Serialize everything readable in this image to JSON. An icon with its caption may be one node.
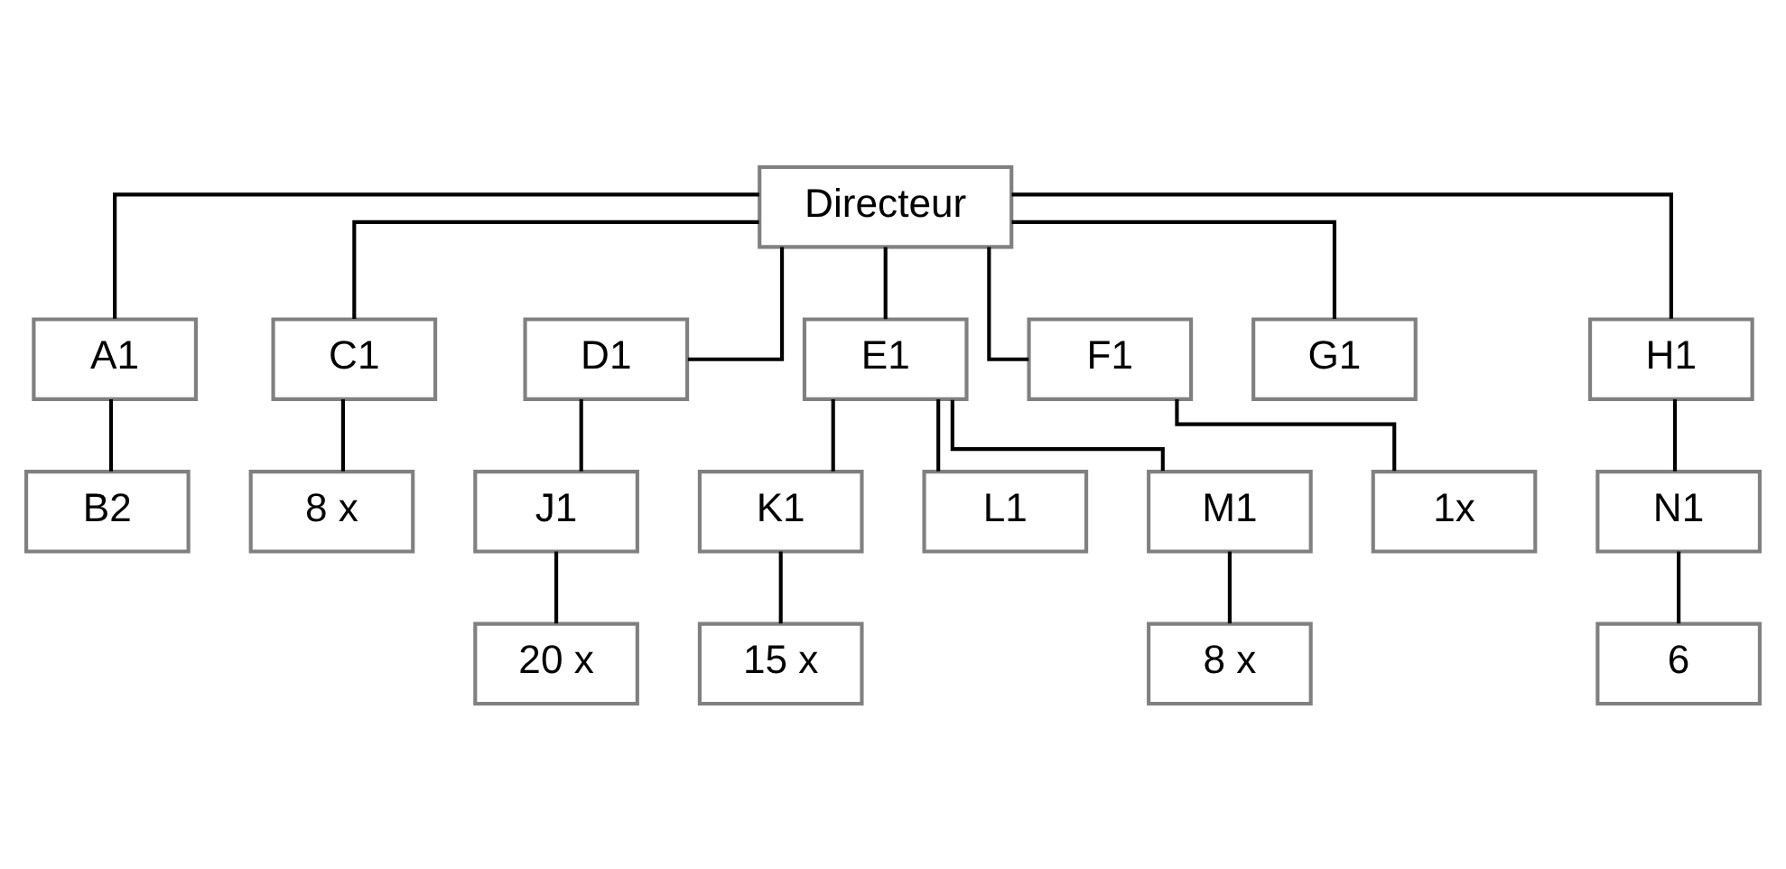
{
  "diagram": {
    "nodes": [
      {
        "text": [
          "Directeur"
        ]
      },
      {
        "text": [
          "A1"
        ]
      },
      {
        "text": [
          "B2"
        ]
      },
      {
        "text": [
          "C1"
        ]
      },
      {
        "text": [
          "D1"
        ]
      },
      {
        "text": [
          "E1"
        ]
      },
      {
        "text": [
          "F1"
        ]
      },
      {
        "text": [
          "G1"
        ]
      },
      {
        "text": [
          "H1"
        ]
      },
      {
        "text": [
          "8 x"
        ]
      },
      {
        "text": [
          "J1"
        ]
      },
      {
        "text": [
          "K1"
        ]
      },
      {
        "text": [
          "L1"
        ]
      },
      {
        "text": [
          "M1"
        ]
      },
      {
        "text": [
          "1x"
        ]
      },
      {
        "text": [
          "N1"
        ]
      },
      {
        "text": [
          "20 x"
        ]
      },
      {
        "text": [
          "15 x"
        ]
      },
      {
        "text": [
          "8 x"
        ]
      },
      {
        "text": [
          "6"
        ]
      }
    ],
    "edges": [
      {
        "from": 0,
        "to": 1,
        "arrow": "none"
      },
      {
        "from": 1,
        "to": 2,
        "arrow": "none"
      },
      {
        "from": 0,
        "to": 3,
        "arrow": "none"
      },
      {
        "from": 0,
        "to": 4,
        "arrow": "none"
      },
      {
        "from": 0,
        "to": 5,
        "arrow": "none"
      },
      {
        "from": 0,
        "to": 6,
        "arrow": "none"
      },
      {
        "from": 0,
        "to": 7,
        "arrow": "none"
      },
      {
        "from": 0,
        "to": 8,
        "arrow": "none"
      },
      {
        "from": 3,
        "to": 9,
        "arrow": "none"
      },
      {
        "from": 4,
        "to": 10,
        "arrow": "none"
      },
      {
        "from": 5,
        "to": 11,
        "arrow": "none"
      },
      {
        "from": 5,
        "to": 12,
        "arrow": "none"
      },
      {
        "from": 5,
        "to": 13,
        "arrow": "none"
      },
      {
        "from": 6,
        "to": 14,
        "arrow": "none"
      },
      {
        "from": 8,
        "to": 15,
        "arrow": "none"
      },
      {
        "from": 10,
        "to": 16,
        "arrow": "none"
      },
      {
        "from": 11,
        "to": 17,
        "arrow": "none"
      },
      {
        "from": 13,
        "to": 18,
        "arrow": "none"
      },
      {
        "from": 15,
        "to": 19,
        "arrow": "none"
      }
    ]
  }
}
